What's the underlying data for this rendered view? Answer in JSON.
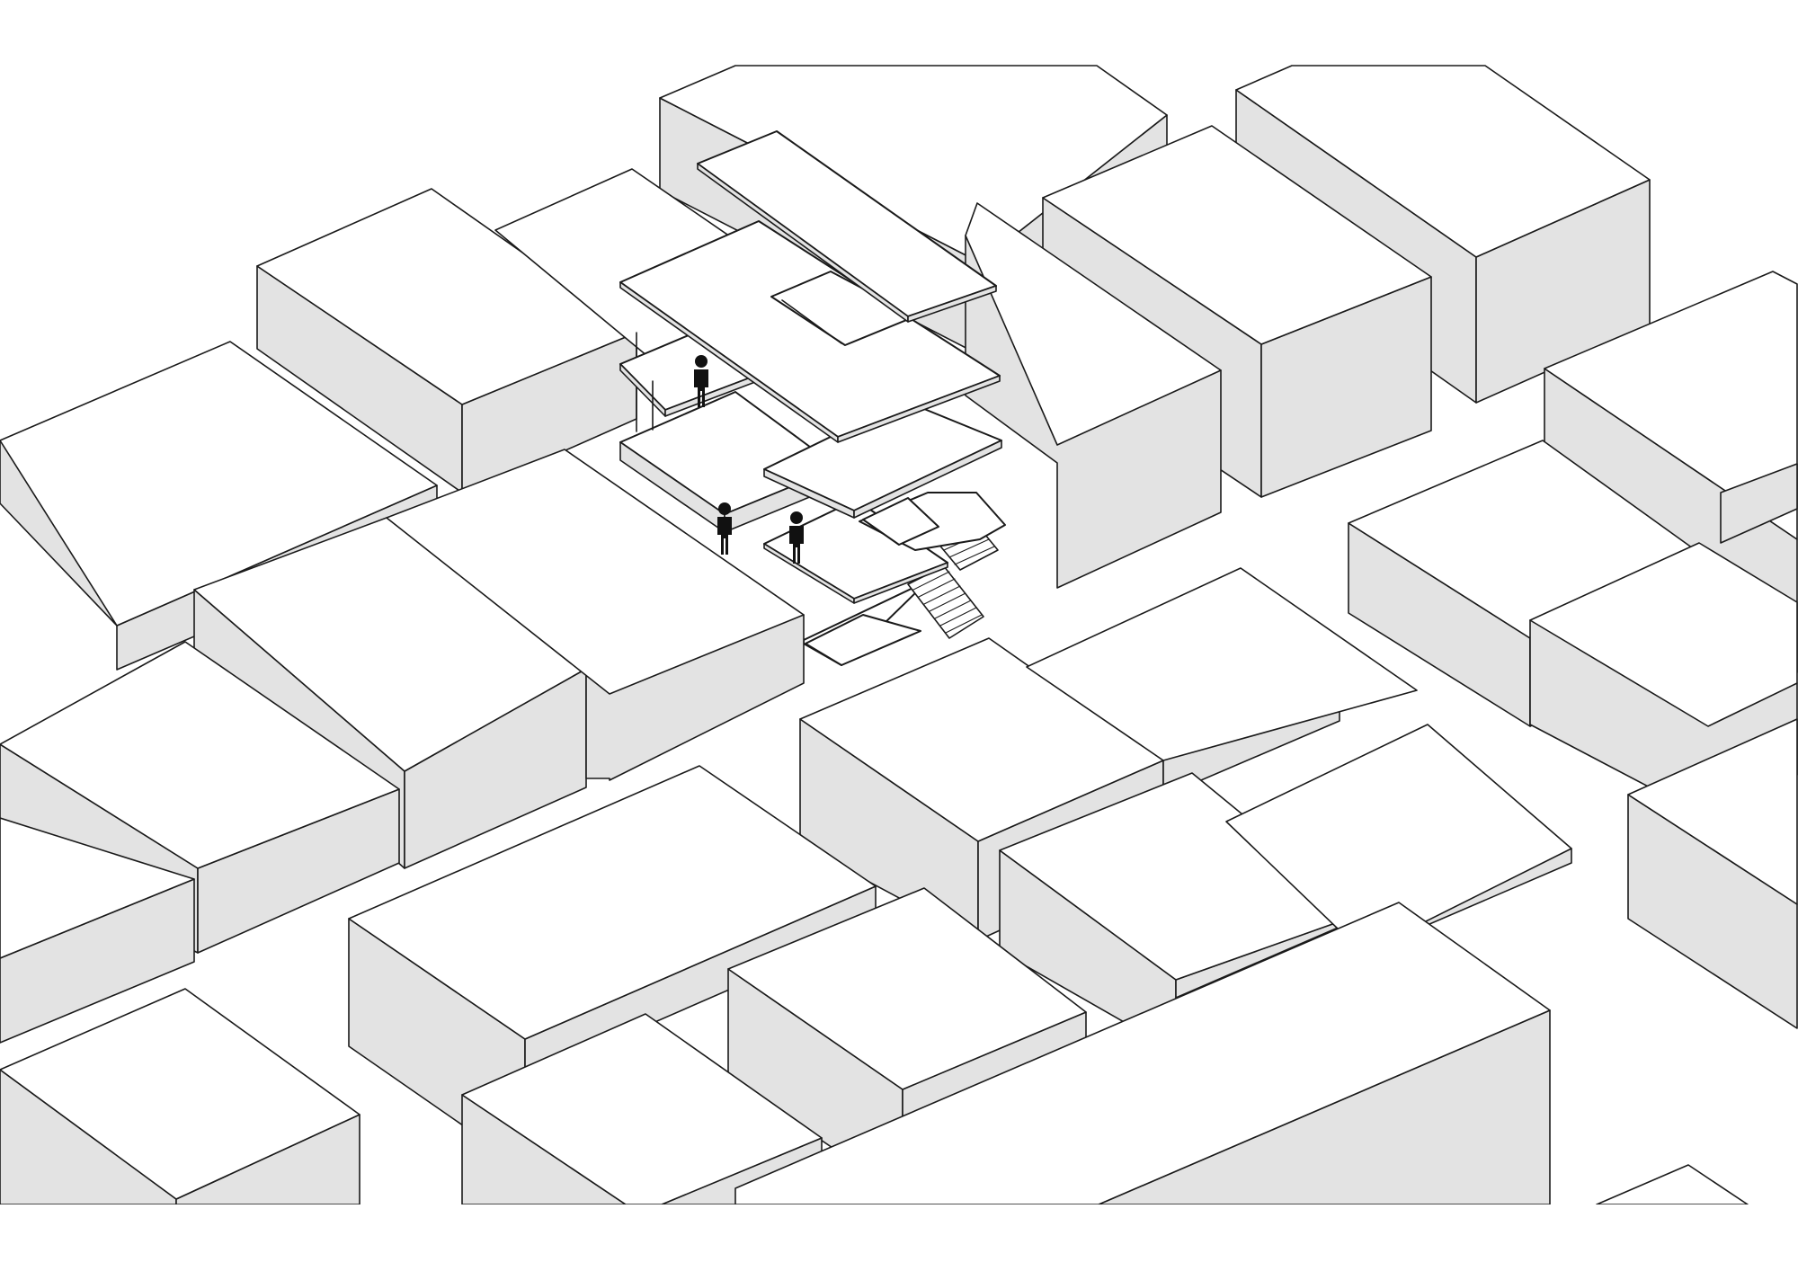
{
  "diagram": {
    "kind": "axonometric-line-drawing",
    "colors": {
      "background": "#ffffff",
      "roof": "#ffffff",
      "shaded_side": "#e3e3e3",
      "line": "#1a1a1a",
      "person": "#111111"
    },
    "elements": [
      "surrounding-building-block",
      "exploded-floor-slab",
      "courtyard-opening",
      "exterior-stair",
      "human-figure"
    ],
    "figure_count": 3,
    "floor_slab_count": 6
  }
}
